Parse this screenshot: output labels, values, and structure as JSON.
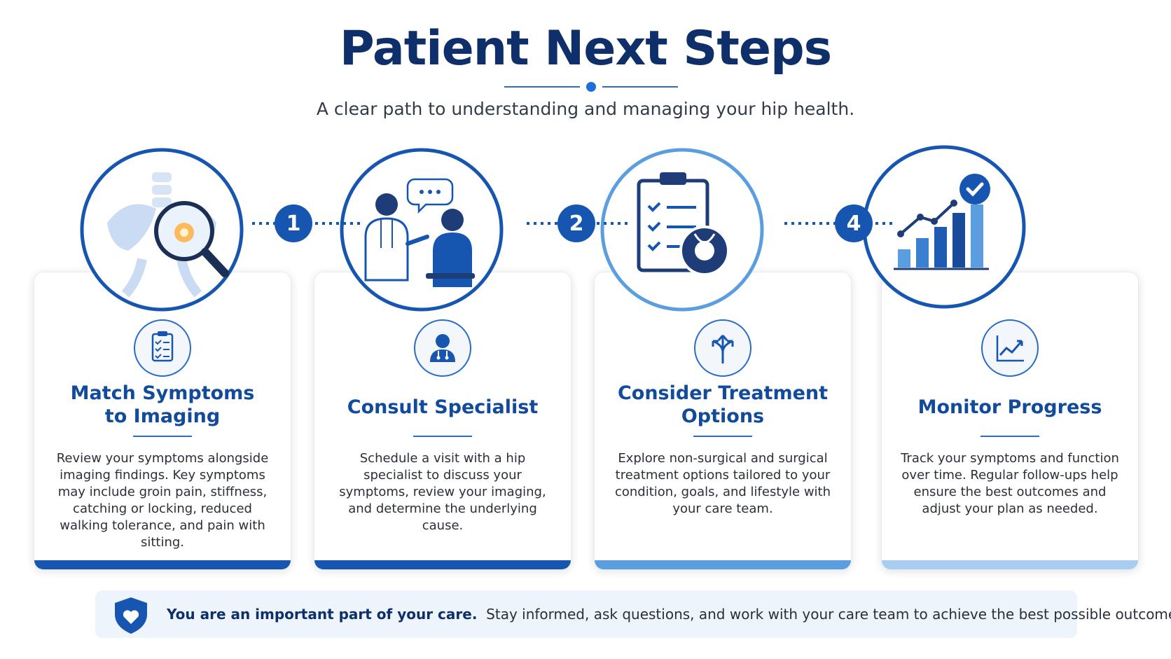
{
  "header": {
    "title": "Patient Next Steps",
    "subtitle": "A clear path to understanding and managing your hip health."
  },
  "badges": [
    "1",
    "2",
    "4"
  ],
  "steps": [
    {
      "heading_line1": "Match Symptoms",
      "heading_line2": "to Imaging",
      "description": "Review your symptoms alongside imaging findings. Key symptoms may include groin pain, stiffness, catching or locking, reduced walking tolerance, and pain with sitting.",
      "accent": "#1656b0"
    },
    {
      "heading_line1": "Consult Specialist",
      "heading_line2": "",
      "description": "Schedule a visit with a hip specialist to discuss your symptoms, review your imaging, and determine the underlying cause.",
      "accent": "#1656b0"
    },
    {
      "heading_line1": "Consider Treatment",
      "heading_line2": "Options",
      "description": "Explore non-surgical and surgical treatment options tailored to your condition, goals, and lifestyle with your care team.",
      "accent": "#5b9ee0"
    },
    {
      "heading_line1": "Monitor Progress",
      "heading_line2": "",
      "description": "Track your symptoms and function over time. Regular follow-ups help ensure the best outcomes and adjust your plan as needed.",
      "accent": "#a9cdf0"
    }
  ],
  "banner": {
    "bold": "You are an important part of your care.",
    "text": "Stay informed, ask questions, and work with your care team to achieve the best possible outcome."
  },
  "colors": {
    "primary": "#1656b0",
    "navy": "#0f2f6b",
    "heading": "#124a9c",
    "light": "#eef4fb"
  }
}
